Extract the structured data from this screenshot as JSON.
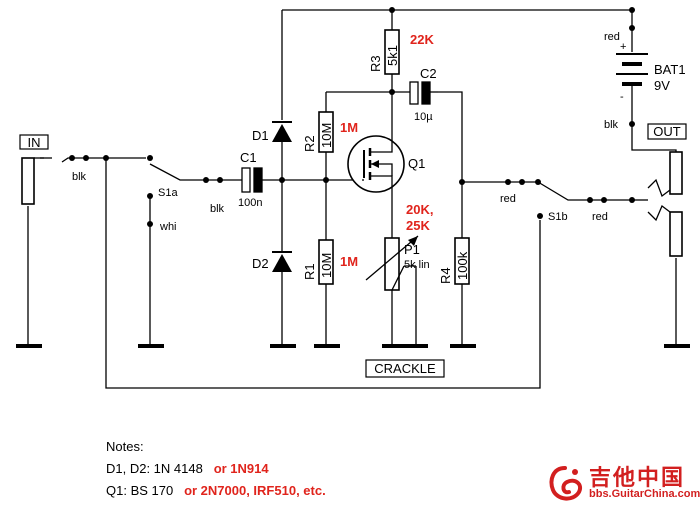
{
  "schematic": {
    "boxes": {
      "in": "IN",
      "out": "OUT",
      "crackle": "CRACKLE"
    },
    "parts": {
      "r3": {
        "ref": "R3",
        "value": "5k1",
        "alt": "22K"
      },
      "r2": {
        "ref": "R2",
        "value": "10M",
        "alt": "1M"
      },
      "r1": {
        "ref": "R1",
        "value": "10M",
        "alt": "1M"
      },
      "r4": {
        "ref": "R4",
        "value": "100k"
      },
      "c1": {
        "ref": "C1",
        "value": "100n"
      },
      "c2": {
        "ref": "C2",
        "value": "10µ"
      },
      "d1": {
        "ref": "D1"
      },
      "d2": {
        "ref": "D2"
      },
      "q1": {
        "ref": "Q1"
      },
      "p1": {
        "ref": "P1",
        "value": "5k lin",
        "alt_line1": "20K,",
        "alt_line2": "25K"
      },
      "bat1": {
        "ref": "BAT1",
        "value": "9V",
        "plus": "+",
        "minus": "-"
      },
      "s1a": {
        "ref": "S1a"
      },
      "s1b": {
        "ref": "S1b"
      }
    },
    "wires": {
      "blk_in": "blk",
      "blk_c1": "blk",
      "whi": "whi",
      "red_s1b_in": "red",
      "red_s1b_out": "red",
      "red_bat": "red",
      "blk_bat": "blk"
    }
  },
  "notes": {
    "heading": "Notes:",
    "line1_label": "D1, D2:  1N 4148",
    "line1_alt": "or 1N914",
    "line2_label": "Q1:  BS 170",
    "line2_alt": "or 2N7000, IRF510, etc."
  },
  "watermark": {
    "title": "吉他中国",
    "url": "bbs.GuitarChina.com"
  }
}
